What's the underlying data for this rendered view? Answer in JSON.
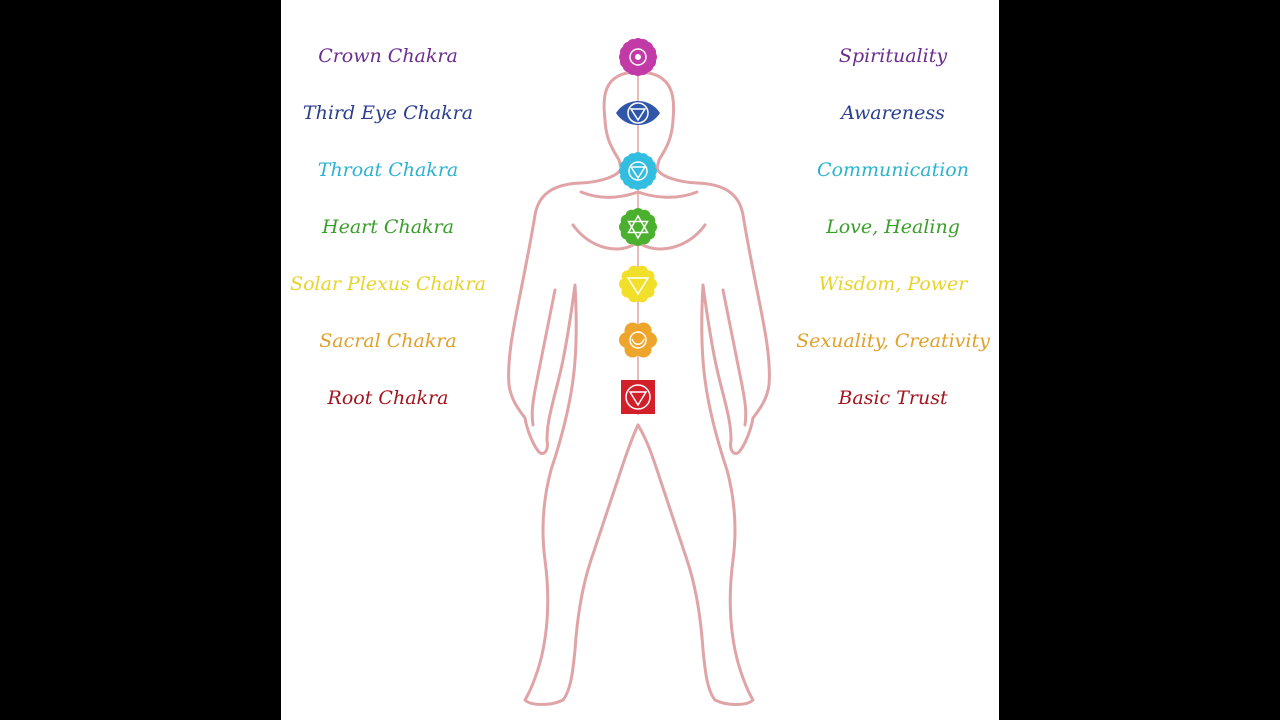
{
  "chakras": [
    {
      "name": "Crown Chakra",
      "meaning": "Spirituality",
      "color": "#6b2d8f",
      "symbol_color": "#c13aa6",
      "symbol": "lotus-icon"
    },
    {
      "name": "Third Eye Chakra",
      "meaning": "Awareness",
      "color": "#2a3f8f",
      "symbol_color": "#2f56a8",
      "symbol": "eye-icon"
    },
    {
      "name": "Throat Chakra",
      "meaning": "Communication",
      "color": "#2bb3cf",
      "symbol_color": "#33bde0",
      "symbol": "throat-icon"
    },
    {
      "name": "Heart Chakra",
      "meaning": "Love, Healing",
      "color": "#3a9e2a",
      "symbol_color": "#4bb02e",
      "symbol": "hexagram-icon"
    },
    {
      "name": "Solar Plexus Chakra",
      "meaning": "Wisdom, Power",
      "color": "#e8d32a",
      "symbol_color": "#f1e02a",
      "symbol": "triangle-icon"
    },
    {
      "name": "Sacral Chakra",
      "meaning": "Sexuality, Creativity",
      "color": "#e0a02a",
      "symbol_color": "#eea52c",
      "symbol": "crescent-icon"
    },
    {
      "name": "Root Chakra",
      "meaning": "Basic Trust",
      "color": "#a3141e",
      "symbol_color": "#d21f2a",
      "symbol": "square-icon"
    }
  ],
  "colors": {
    "background": "#000000",
    "panel": "#ffffff",
    "outline": "#e0a3a6"
  }
}
